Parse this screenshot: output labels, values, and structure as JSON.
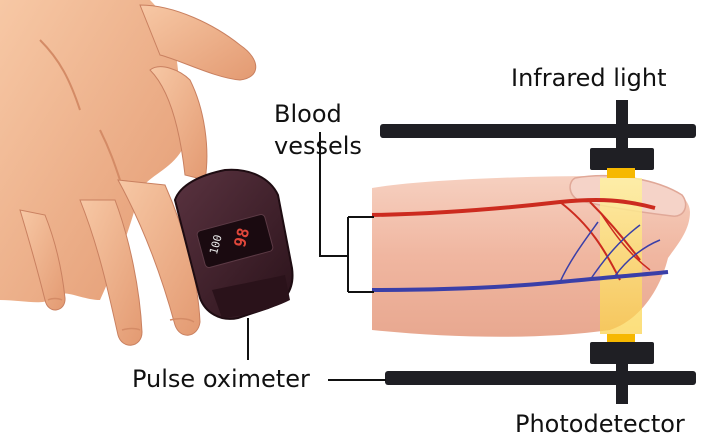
{
  "labels": {
    "blood_vessels_line1": "Blood",
    "blood_vessels_line2": "vessels",
    "infrared_light": "Infrared light",
    "pulse_oximeter": "Pulse oximeter",
    "photodetector": "Photodetector"
  },
  "device_display": {
    "reading_left": "100",
    "reading_right": "98"
  },
  "colors": {
    "skin": "#f2b48f",
    "skin_shadow": "#d98f6a",
    "finger_section": "#f3c2ae",
    "artery": "#cc2b1f",
    "vein": "#3a3fa8",
    "infrared_beam": "#fde36a",
    "emitter_yellow": "#f6b800",
    "device_body": "#3d1e27",
    "display_digits": "#e0473b",
    "clamp_bar": "#1f1f24"
  }
}
